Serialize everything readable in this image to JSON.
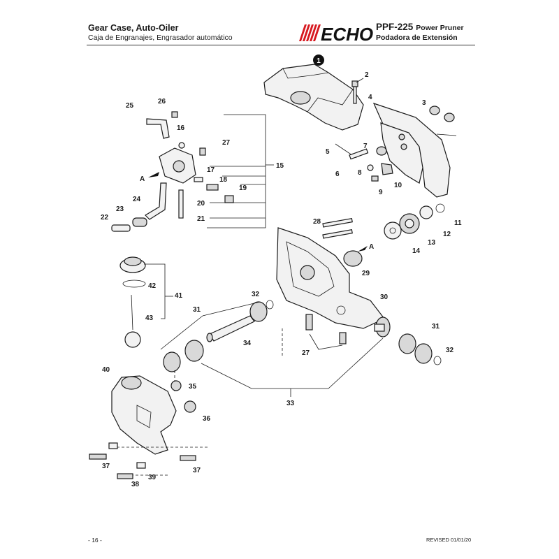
{
  "header": {
    "title_en": "Gear Case, Auto-Oiler",
    "title_es": "Caja de Engranajes, Engrasador automático",
    "brand": "ECHO",
    "model": "PPF-225",
    "model_desc_en": "Power Pruner",
    "model_desc_es": "Podadora de Extensión"
  },
  "callouts": {
    "c1": "1",
    "c2": "2",
    "c3": "3",
    "c4": "4",
    "c5": "5",
    "c6": "6",
    "c7": "7",
    "c8": "8",
    "c9": "9",
    "c10": "10",
    "c11": "11",
    "c12": "12",
    "c13": "13",
    "c14": "14",
    "c15": "15",
    "c16": "16",
    "c17": "17",
    "c18": "18",
    "c19": "19",
    "c20": "20",
    "c21": "21",
    "c22": "22",
    "c23": "23",
    "c24": "24",
    "c25": "25",
    "c26": "26",
    "c27a": "27",
    "c27b": "27",
    "c28": "28",
    "c29": "29",
    "c30": "30",
    "c31a": "31",
    "c31b": "31",
    "c32a": "32",
    "c32b": "32",
    "c33": "33",
    "c34": "34",
    "c35": "35",
    "c36": "36",
    "c37a": "37",
    "c37b": "37",
    "c38": "38",
    "c39": "39",
    "c40": "40",
    "c41": "41",
    "c42": "42",
    "c43": "43",
    "refA1": "A",
    "refA2": "A"
  },
  "footer": {
    "page": "- 16 -",
    "revised": "REVISED 01/01/20"
  },
  "colors": {
    "line": "#1a1a1a",
    "brand_red": "#d71920",
    "part_fill": "#f2f2f2"
  }
}
